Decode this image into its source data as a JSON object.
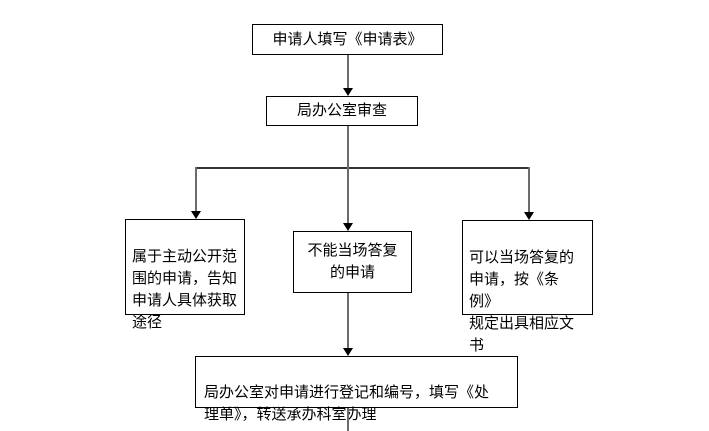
{
  "flowchart": {
    "colors": {
      "background": "#ffffff",
      "box_border": "#000000",
      "text": "#000000",
      "connector_line": "#6b6b6b",
      "branch_line": "#333333",
      "arrowhead": "#000000"
    },
    "nodes": [
      {
        "id": "fill-application",
        "text": "申请人填写《申请表》"
      },
      {
        "id": "office-review",
        "text": "局办公室审查"
      },
      {
        "id": "proactive-disclosure",
        "text": "属于主动公开范\n围的申请，告知\n申请人具体获取\n途径"
      },
      {
        "id": "cannot-answer-onsite",
        "text": "不能当场答复\n的申请"
      },
      {
        "id": "can-answer-onsite",
        "text": "可以当场答复的\n申请，按《条例》\n规定出具相应文\n书"
      },
      {
        "id": "register-and-forward",
        "text": "局办公室对申请进行登记和编号，填写《处\n理单》，转送承办科室办理"
      }
    ]
  }
}
